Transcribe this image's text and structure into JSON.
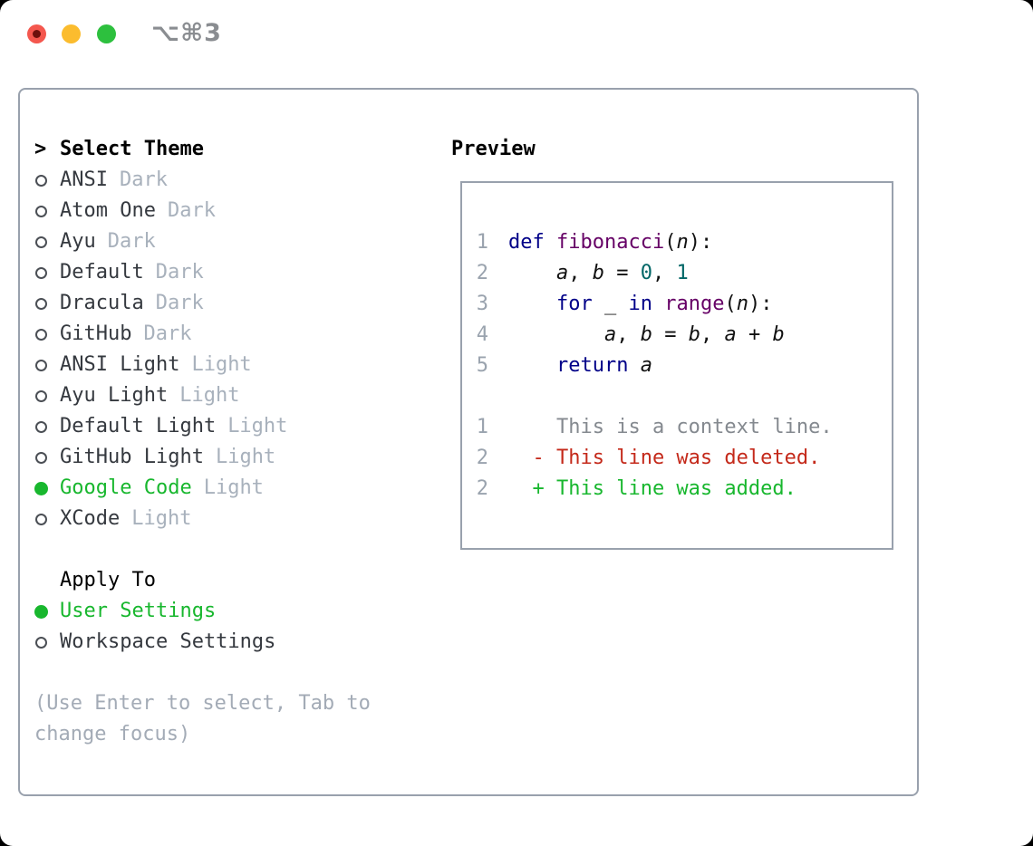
{
  "window": {
    "shortcut": "⌥⌘3",
    "traffic_lights": {
      "close_color": "#f4574e",
      "close_dot_color": "#6d100c",
      "minimize_color": "#fbbc2e",
      "zoom_color": "#2dc03e"
    }
  },
  "theme_panel": {
    "header": {
      "prompt": ">",
      "label": "Select Theme"
    },
    "items": [
      {
        "name": "ANSI",
        "variant": "Dark",
        "selected": false
      },
      {
        "name": "Atom One",
        "variant": "Dark",
        "selected": false
      },
      {
        "name": "Ayu",
        "variant": "Dark",
        "selected": false
      },
      {
        "name": "Default",
        "variant": "Dark",
        "selected": false
      },
      {
        "name": "Dracula",
        "variant": "Dark",
        "selected": false
      },
      {
        "name": "GitHub",
        "variant": "Dark",
        "selected": false
      },
      {
        "name": "ANSI Light",
        "variant": "Light",
        "selected": false
      },
      {
        "name": "Ayu Light",
        "variant": "Light",
        "selected": false
      },
      {
        "name": "Default Light",
        "variant": "Light",
        "selected": false
      },
      {
        "name": "GitHub Light",
        "variant": "Light",
        "selected": false
      },
      {
        "name": "Google Code",
        "variant": "Light",
        "selected": true
      },
      {
        "name": "XCode",
        "variant": "Light",
        "selected": false
      }
    ],
    "apply_to": {
      "label": "Apply To",
      "options": [
        {
          "name": "User Settings",
          "selected": true
        },
        {
          "name": "Workspace Settings",
          "selected": false
        }
      ]
    },
    "hint_lines": [
      "(Use Enter to select, Tab to",
      "change focus)"
    ]
  },
  "preview_panel": {
    "label": "Preview",
    "code_lines": [
      {
        "num": "1",
        "tokens": [
          [
            "kw",
            "def"
          ],
          [
            "pln",
            " "
          ],
          [
            "fn",
            "fibonacci"
          ],
          [
            "pln",
            "("
          ],
          [
            "var",
            "n"
          ],
          [
            "pln",
            "):"
          ]
        ]
      },
      {
        "num": "2",
        "tokens": [
          [
            "pln",
            "    "
          ],
          [
            "var",
            "a"
          ],
          [
            "pln",
            ", "
          ],
          [
            "var",
            "b"
          ],
          [
            "pln",
            " = "
          ],
          [
            "lit",
            "0"
          ],
          [
            "pln",
            ", "
          ],
          [
            "lit",
            "1"
          ]
        ]
      },
      {
        "num": "3",
        "tokens": [
          [
            "pln",
            "    "
          ],
          [
            "kw",
            "for"
          ],
          [
            "pln",
            " _ "
          ],
          [
            "kw",
            "in"
          ],
          [
            "pln",
            " "
          ],
          [
            "fn",
            "range"
          ],
          [
            "pln",
            "("
          ],
          [
            "var",
            "n"
          ],
          [
            "pln",
            "):"
          ]
        ]
      },
      {
        "num": "4",
        "tokens": [
          [
            "pln",
            "        "
          ],
          [
            "var",
            "a"
          ],
          [
            "pln",
            ", "
          ],
          [
            "var",
            "b"
          ],
          [
            "pln",
            " = "
          ],
          [
            "var",
            "b"
          ],
          [
            "pln",
            ", "
          ],
          [
            "var",
            "a"
          ],
          [
            "pln",
            " + "
          ],
          [
            "var",
            "b"
          ]
        ]
      },
      {
        "num": "5",
        "tokens": [
          [
            "pln",
            "    "
          ],
          [
            "kw",
            "return"
          ],
          [
            "pln",
            " "
          ],
          [
            "var",
            "a"
          ]
        ]
      }
    ],
    "diff_lines": [
      {
        "num": "1",
        "kind": "context",
        "text": "    This is a context line."
      },
      {
        "num": "2",
        "kind": "deleted",
        "text": "  - This line was deleted."
      },
      {
        "num": "2",
        "kind": "added",
        "text": "  + This line was added."
      }
    ]
  },
  "icons": {
    "radio_unselected": "outlined-circle",
    "radio_selected": "filled-circle",
    "close_dot": "unsaved-changes-dot"
  },
  "colors": {
    "accent_green": "#18b72e",
    "deleted_red": "#c4291a",
    "keyword_blue": "#000088",
    "function_purple": "#660066",
    "literal_teal": "#006666",
    "border_gray": "#99a1ad",
    "secondary_gray": "#a8b1bc"
  }
}
